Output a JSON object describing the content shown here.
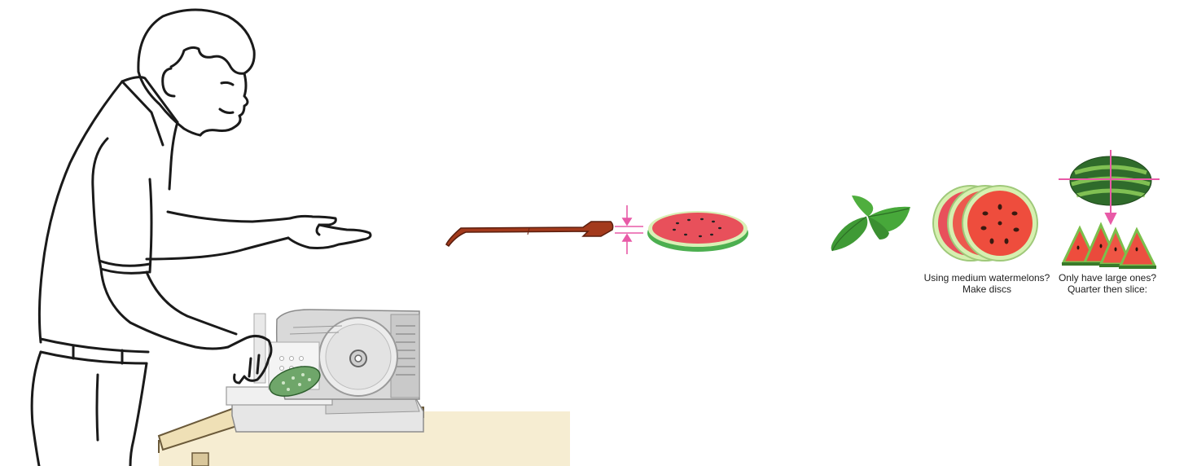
{
  "captions": {
    "medium_line1": "Using medium watermelons?",
    "medium_line2": "Make discs",
    "large_line1": "Only have large ones?",
    "large_line2": "Quarter then slice:"
  },
  "colors": {
    "spatula": "#a33a1c",
    "thickness_marker": "#e85aa7",
    "rind_green": "#4caf50",
    "flesh_red": "#e8505b",
    "mint": "#3f9a35",
    "table_top": "#f3e6c2"
  },
  "icons": {
    "person": "man-using-slicer-illustration",
    "slicer": "meat-slicer-icon",
    "cucumber": "cucumber-icon",
    "spatula": "offset-spatula-icon",
    "slice": "watermelon-slice-icon",
    "mint": "mint-leaf-icon",
    "discs": "watermelon-discs-icon",
    "whole": "whole-watermelon-icon",
    "wedges": "watermelon-wedges-icon"
  }
}
